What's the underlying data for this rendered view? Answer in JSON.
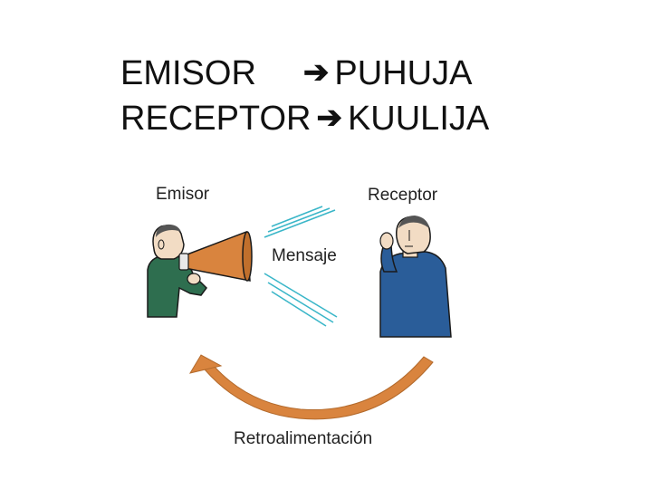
{
  "title": {
    "line1_left": "EMISOR",
    "line1_arrow": "➔",
    "line1_right": "PUHUJA",
    "line2_left": "RECEPTOR",
    "line2_arrow": "➔",
    "line2_right": "KUULIJA"
  },
  "diagram": {
    "sender_label": "Emisor",
    "receiver_label": "Receptor",
    "message_label": "Mensaje",
    "feedback_label": "Retroalimentación"
  },
  "colors": {
    "sender_shirt": "#2e6e4f",
    "receiver_shirt": "#2a5d99",
    "megaphone": "#d9843e",
    "feedback_arrow": "#d9843e",
    "message_lines": "#3ab6c8"
  },
  "icons": [
    "right-arrow-icon",
    "megaphone-icon",
    "sender-figure-icon",
    "receiver-figure-icon",
    "feedback-arrow-icon",
    "message-waves-icon"
  ]
}
